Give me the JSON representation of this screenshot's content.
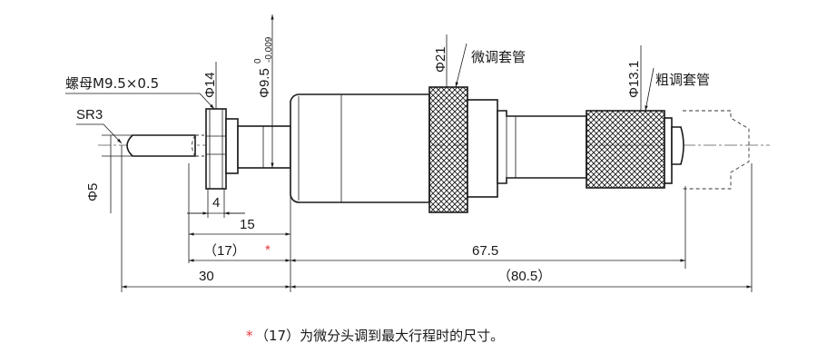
{
  "labels": {
    "nut": "螺母M9.5×0.5",
    "sr": "SR3",
    "fine_sleeve": "微调套管",
    "coarse_sleeve": "粗调套管"
  },
  "dims": {
    "d5": "Φ5",
    "d14": "Φ14",
    "d95": "Φ9.5",
    "d95_upper": "0",
    "d95_lower": "-0.009",
    "d21": "Φ21",
    "d131": "Φ13.1",
    "w4": "4",
    "w15": "15",
    "w17": "（17）",
    "w17_star": "*",
    "w30": "30",
    "w675": "67.5",
    "w805": "（80.5）"
  },
  "footnote": {
    "star": "*",
    "text": "（17）为微分头调到最大行程时的尺寸。"
  },
  "colors": {
    "line": "#1a1a1a",
    "star": "#e8383d"
  }
}
